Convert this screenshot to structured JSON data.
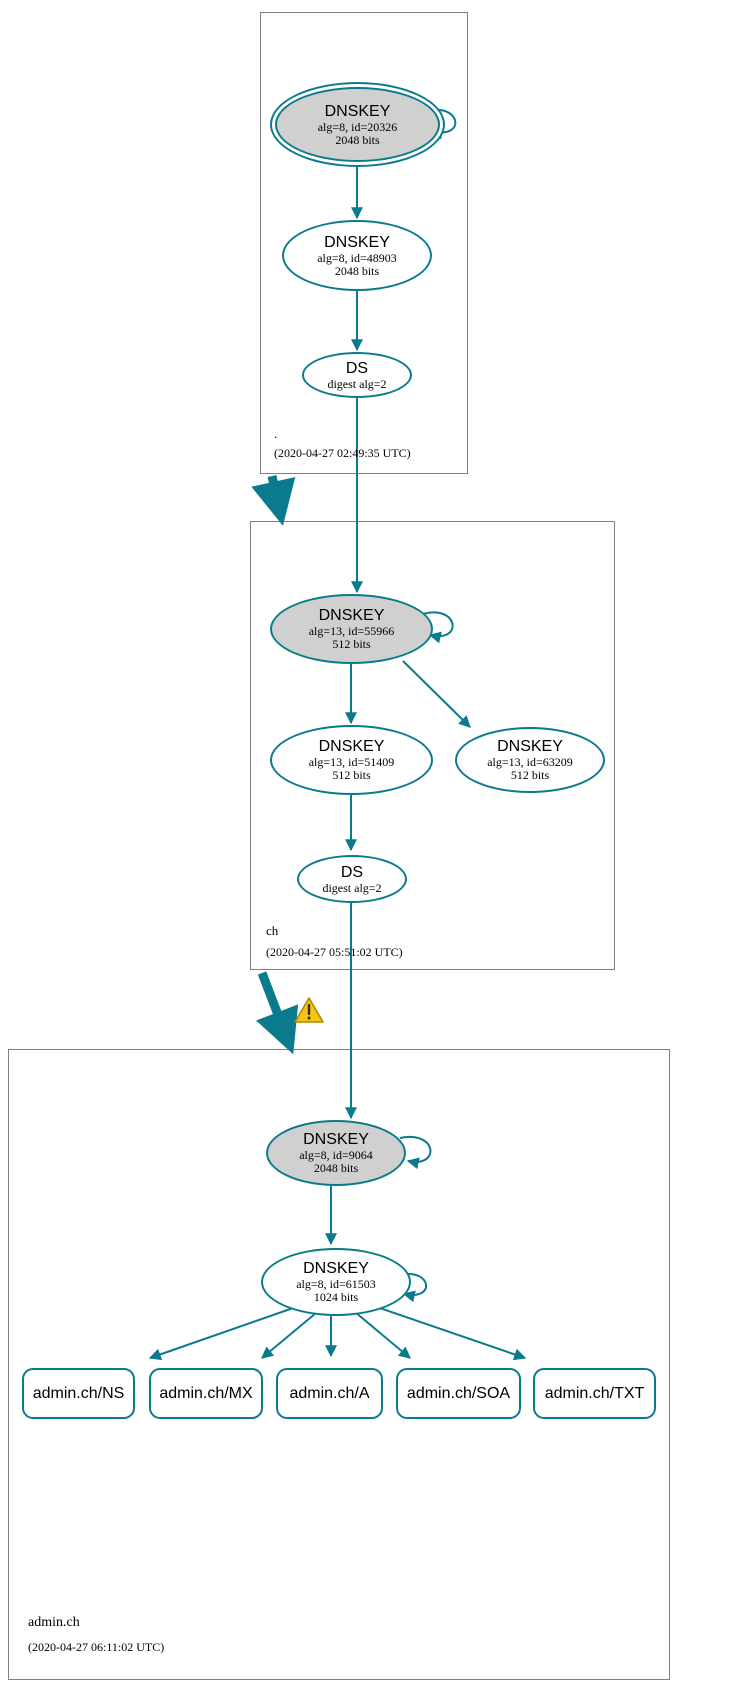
{
  "diagram": {
    "type": "dnssec-authentication-chain",
    "accent_color": "#0a7b8c",
    "secure_fill": "#d0d0d0",
    "box_border": "#808080",
    "warning_color": "#f5c518"
  },
  "zones": [
    {
      "id": "root",
      "label": ".",
      "timestamp": "(2020-04-27 02:49:35 UTC)"
    },
    {
      "id": "ch",
      "label": "ch",
      "timestamp": "(2020-04-27 05:51:02 UTC)"
    },
    {
      "id": "admin-ch",
      "label": "admin.ch",
      "timestamp": "(2020-04-27 06:11:02 UTC)"
    }
  ],
  "nodes": {
    "root_ksk": {
      "title": "DNSKEY",
      "line2": "alg=8, id=20326",
      "line3": "2048 bits"
    },
    "root_zsk": {
      "title": "DNSKEY",
      "line2": "alg=8, id=48903",
      "line3": "2048 bits"
    },
    "root_ds": {
      "title": "DS",
      "line2": "digest alg=2",
      "line3": ""
    },
    "ch_ksk": {
      "title": "DNSKEY",
      "line2": "alg=13, id=55966",
      "line3": "512 bits"
    },
    "ch_zsk": {
      "title": "DNSKEY",
      "line2": "alg=13, id=51409",
      "line3": "512 bits"
    },
    "ch_zsk2": {
      "title": "DNSKEY",
      "line2": "alg=13, id=63209",
      "line3": "512 bits"
    },
    "ch_ds": {
      "title": "DS",
      "line2": "digest alg=2",
      "line3": ""
    },
    "admin_ksk": {
      "title": "DNSKEY",
      "line2": "alg=8, id=9064",
      "line3": "2048 bits"
    },
    "admin_zsk": {
      "title": "DNSKEY",
      "line2": "alg=8, id=61503",
      "line3": "1024 bits"
    }
  },
  "rrsets": [
    {
      "id": "ns",
      "label": "admin.ch/NS"
    },
    {
      "id": "mx",
      "label": "admin.ch/MX"
    },
    {
      "id": "a",
      "label": "admin.ch/A"
    },
    {
      "id": "soa",
      "label": "admin.ch/SOA"
    },
    {
      "id": "txt",
      "label": "admin.ch/TXT"
    }
  ],
  "warning": {
    "name": "warning-triangle",
    "glyph": "!"
  }
}
